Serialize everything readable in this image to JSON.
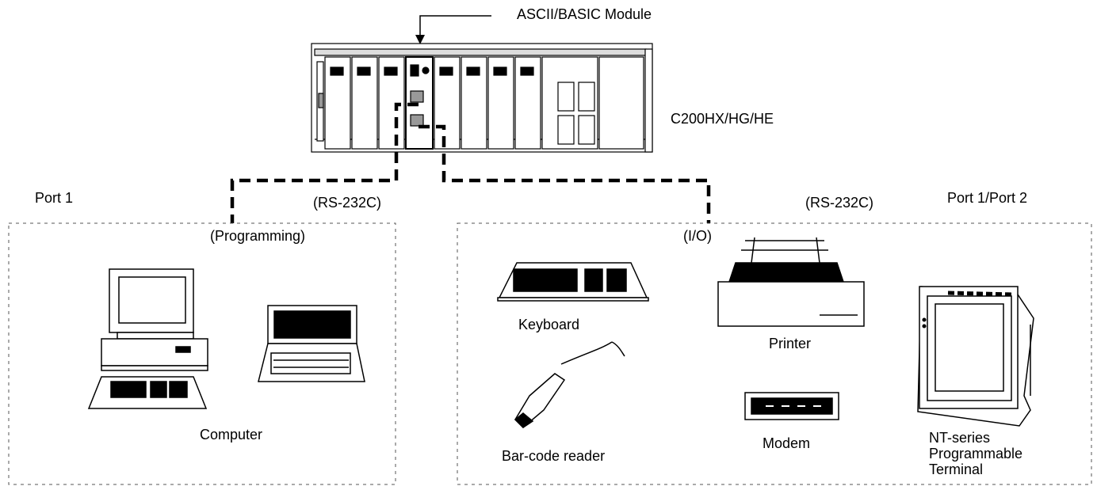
{
  "labels": {
    "module": "ASCII/BASIC Module",
    "plc": "C200HX/HG/HE",
    "port1": "Port 1",
    "rs232_left": "(RS-232C)",
    "port12": "Port 1/Port 2",
    "rs232_right": "(RS-232C)",
    "programming": "(Programming)",
    "io": "(I/O)",
    "computer": "Computer",
    "keyboard": "Keyboard",
    "printer": "Printer",
    "barcode": "Bar-code reader",
    "modem": "Modem",
    "nt_line1": "NT-series",
    "nt_line2": "Programmable",
    "nt_line3": "Terminal"
  }
}
